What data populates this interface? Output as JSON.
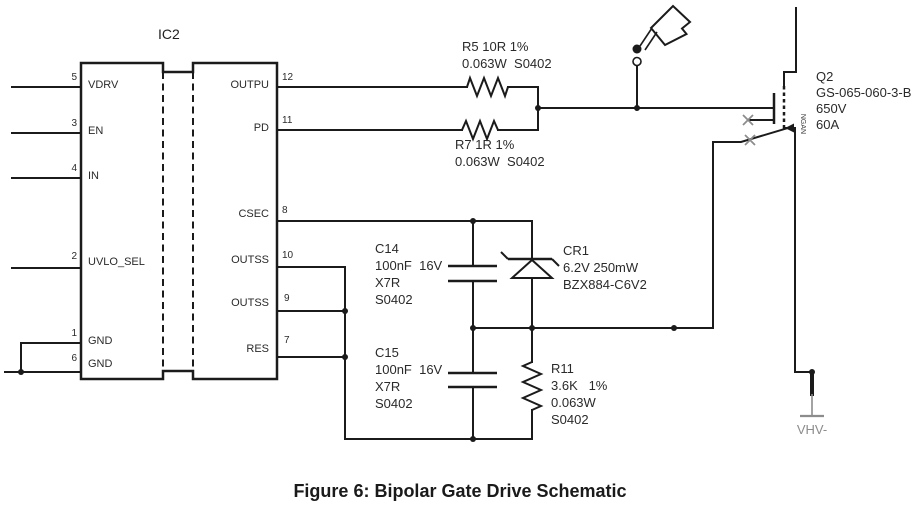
{
  "ic2": {
    "title": "IC2",
    "left_pins": [
      {
        "num": "5",
        "label": "VDRV"
      },
      {
        "num": "3",
        "label": "EN"
      },
      {
        "num": "4",
        "label": "IN"
      },
      {
        "num": "2",
        "label": "UVLO_SEL"
      },
      {
        "num": "1",
        "label": "GND"
      },
      {
        "num": "6",
        "label": "GND"
      }
    ],
    "right_pins": [
      {
        "num": "12",
        "label": "OUTPU"
      },
      {
        "num": "11",
        "label": "PD"
      },
      {
        "num": "8",
        "label": "CSEC"
      },
      {
        "num": "10",
        "label": "OUTSS"
      },
      {
        "num": "9",
        "label": "OUTSS"
      },
      {
        "num": "7",
        "label": "RES"
      }
    ]
  },
  "components": {
    "r5": {
      "lines": [
        "R5 10R 1%",
        "0.063W  S0402"
      ]
    },
    "r7": {
      "lines": [
        "R7 1R 1%",
        "0.063W  S0402"
      ]
    },
    "c14": {
      "lines": [
        "C14",
        "100nF  16V",
        "X7R",
        "S0402"
      ]
    },
    "c15": {
      "lines": [
        "C15",
        "100nF  16V",
        "X7R",
        "S0402"
      ]
    },
    "cr1": {
      "lines": [
        "CR1",
        "6.2V 250mW",
        "BZX884-C6V2"
      ]
    },
    "r11": {
      "lines": [
        "R11",
        "3.6K   1%",
        "0.063W",
        "S0402"
      ]
    },
    "q2": {
      "lines": [
        "Q2",
        "GS-065-060-3-B",
        "650V",
        "60A"
      ],
      "channel_label": "NGAN"
    },
    "power": {
      "vhv_minus": "VHV-"
    }
  },
  "caption": "Figure 6: Bipolar Gate Drive Schematic",
  "colors": {
    "line": "#1b1b1b",
    "muted": "#8c8c8c",
    "background": "#ffffff"
  }
}
